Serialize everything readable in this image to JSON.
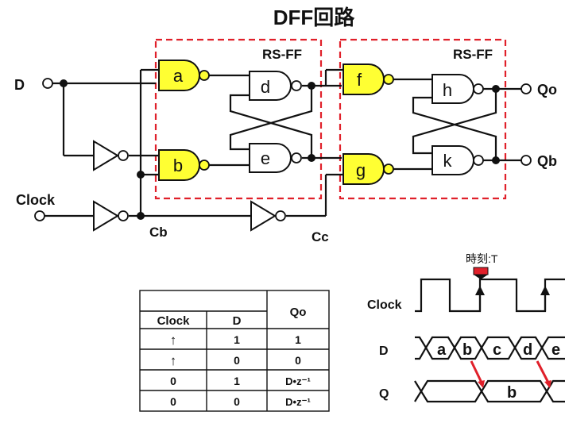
{
  "title": "DFF回路",
  "ff_label_left": "RS-FF",
  "ff_label_right": "RS-FF",
  "gates": {
    "a": "a",
    "b": "b",
    "d": "d",
    "e": "e",
    "f": "f",
    "g": "g",
    "h": "h",
    "k": "k"
  },
  "inputs": {
    "d": "D",
    "clock": "Clock"
  },
  "outputs": {
    "qo": "Qo",
    "qb": "Qb"
  },
  "nodes": {
    "cb": "Cb",
    "cc": "Cc"
  },
  "table": {
    "headers": [
      "Clock",
      "D",
      "Qo"
    ],
    "rows": [
      [
        "↑",
        "1",
        "1"
      ],
      [
        "↑",
        "0",
        "0"
      ],
      [
        "0",
        "1",
        "D•z⁻¹"
      ],
      [
        "0",
        "0",
        "D•z⁻¹"
      ]
    ]
  },
  "timing": {
    "marker": "時刻:T",
    "rows": [
      "Clock",
      "D",
      "Q"
    ],
    "d_values": [
      "a",
      "b",
      "c",
      "d",
      "e"
    ],
    "q_values": [
      "b"
    ]
  },
  "colors": {
    "gate_fill": "#ffff33",
    "ff_box": "#e0202a",
    "marker": "#e0202a"
  }
}
